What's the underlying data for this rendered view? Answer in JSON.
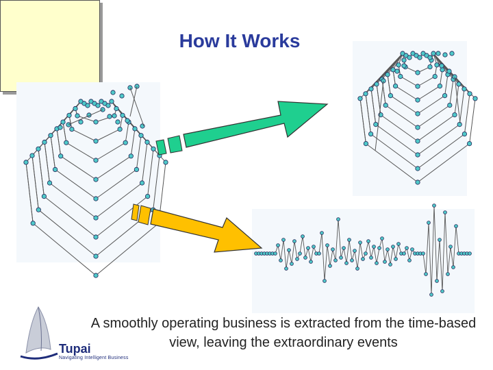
{
  "slide": {
    "title": "How It Works",
    "caption": "A smoothly operating business is extracted from the time-based view, leaving the extraordinary events",
    "logo": {
      "name": "Tupai",
      "tagline": "Navigating Intelligent Business"
    }
  },
  "colors": {
    "title": "#2a3b9c",
    "note_box": "#ffffcc",
    "node_fill": "#4fc9c9",
    "arrow_green": "#1fcf8f",
    "arrow_yellow": "#ffc000",
    "logo_blue": "#1e2c7a"
  },
  "icons": [
    "note-box",
    "green-arrow",
    "yellow-arrow",
    "tupai-sail-logo"
  ]
}
